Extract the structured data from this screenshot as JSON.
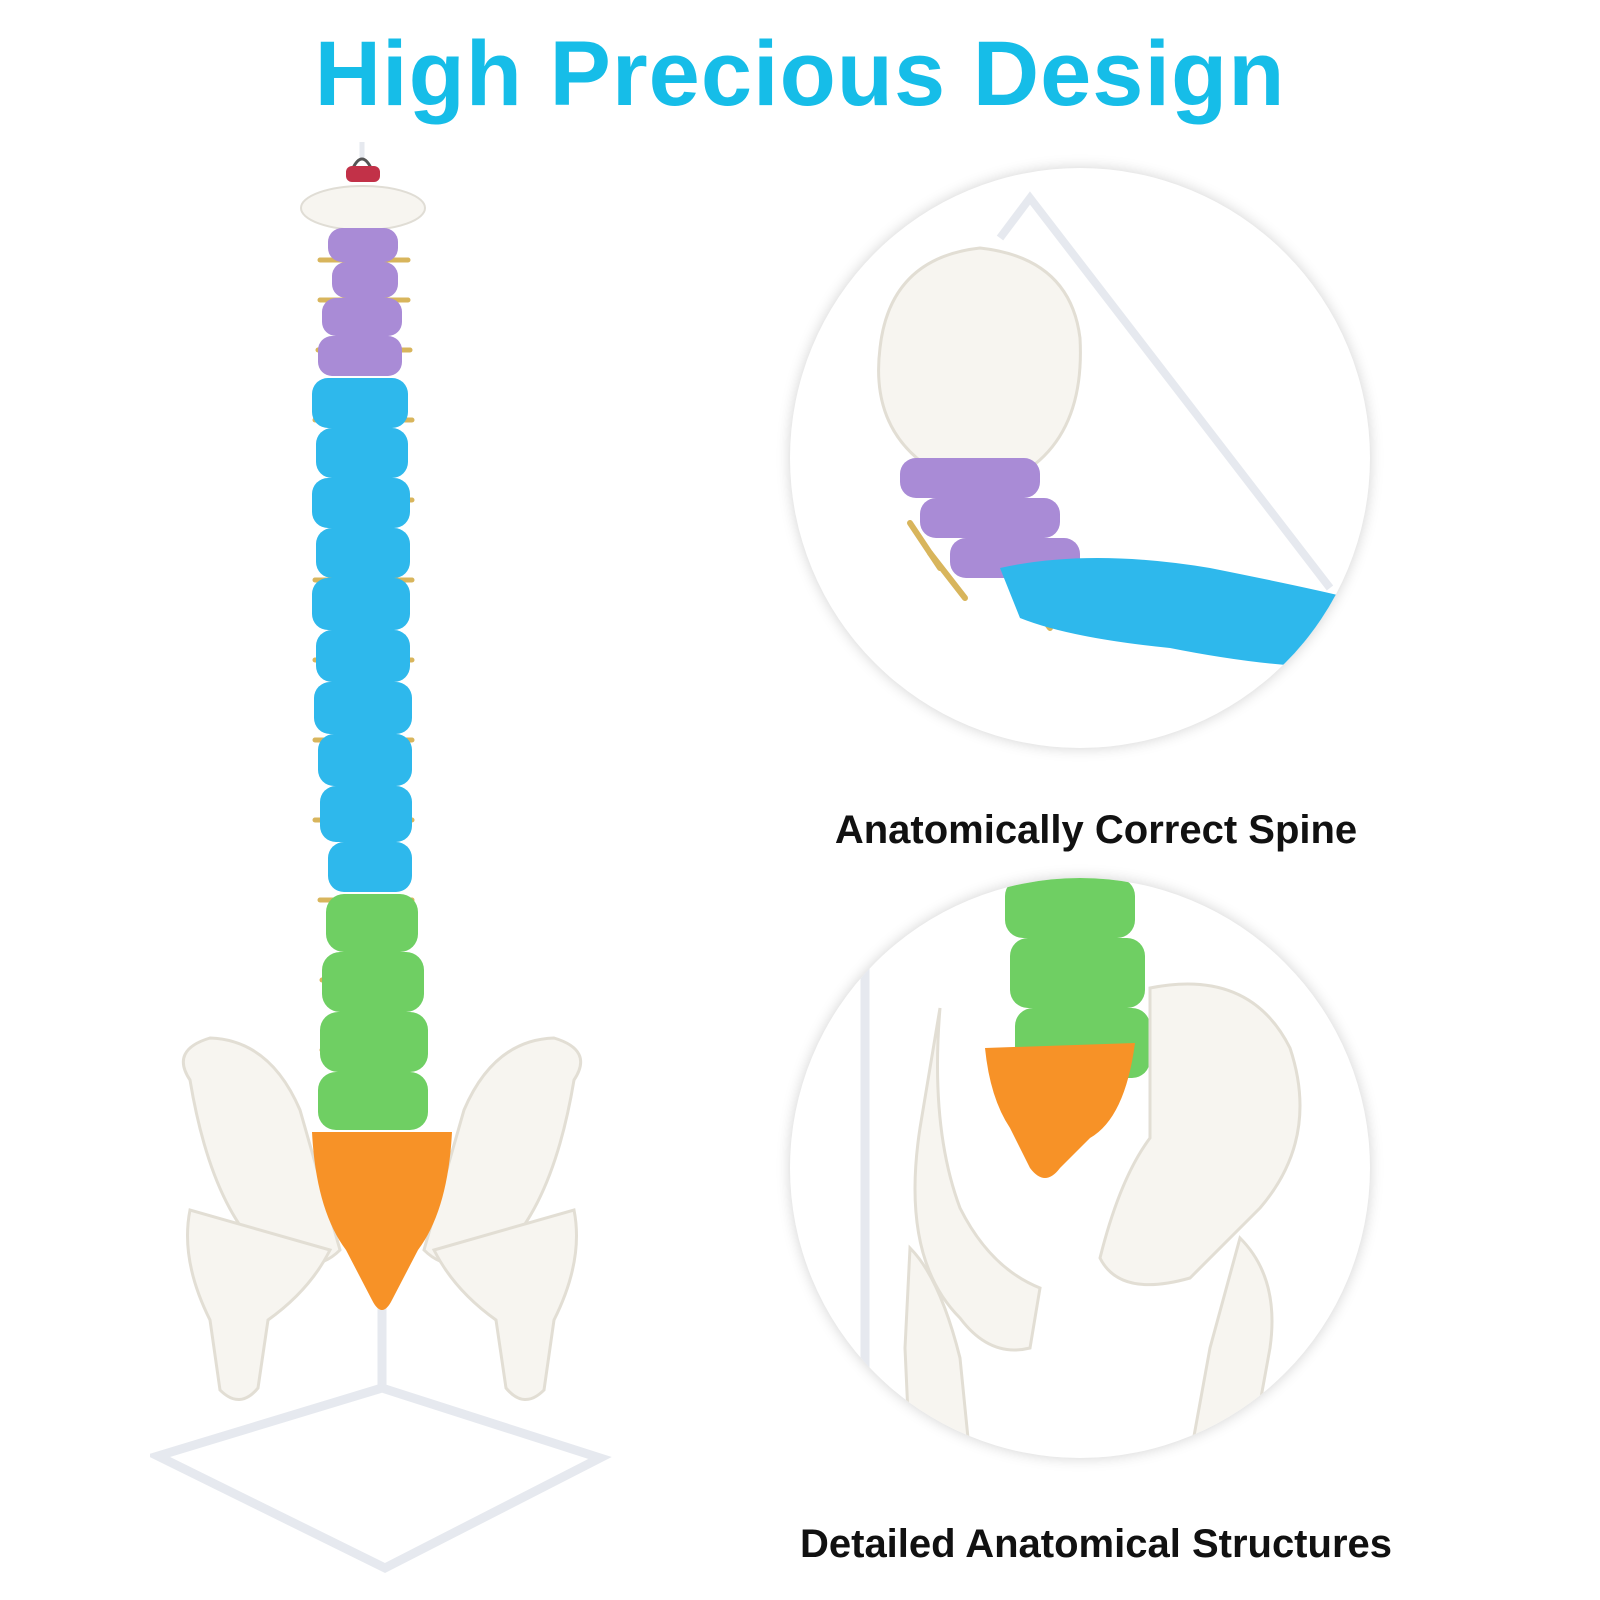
{
  "headline": {
    "text": "High Precious Design",
    "color": "#16bde8"
  },
  "callouts": [
    {
      "caption": "Anatomically Correct Spine"
    },
    {
      "caption": "Detailed Anatomical Structures"
    }
  ],
  "colors": {
    "cervical": "#a98bd6",
    "thoracic": "#2eb8ec",
    "lumbar": "#6fcf63",
    "sacrum": "#f79227",
    "bone": "#f7f5f0",
    "nerve": "#d8b55c",
    "stand": "#eef1f6"
  }
}
